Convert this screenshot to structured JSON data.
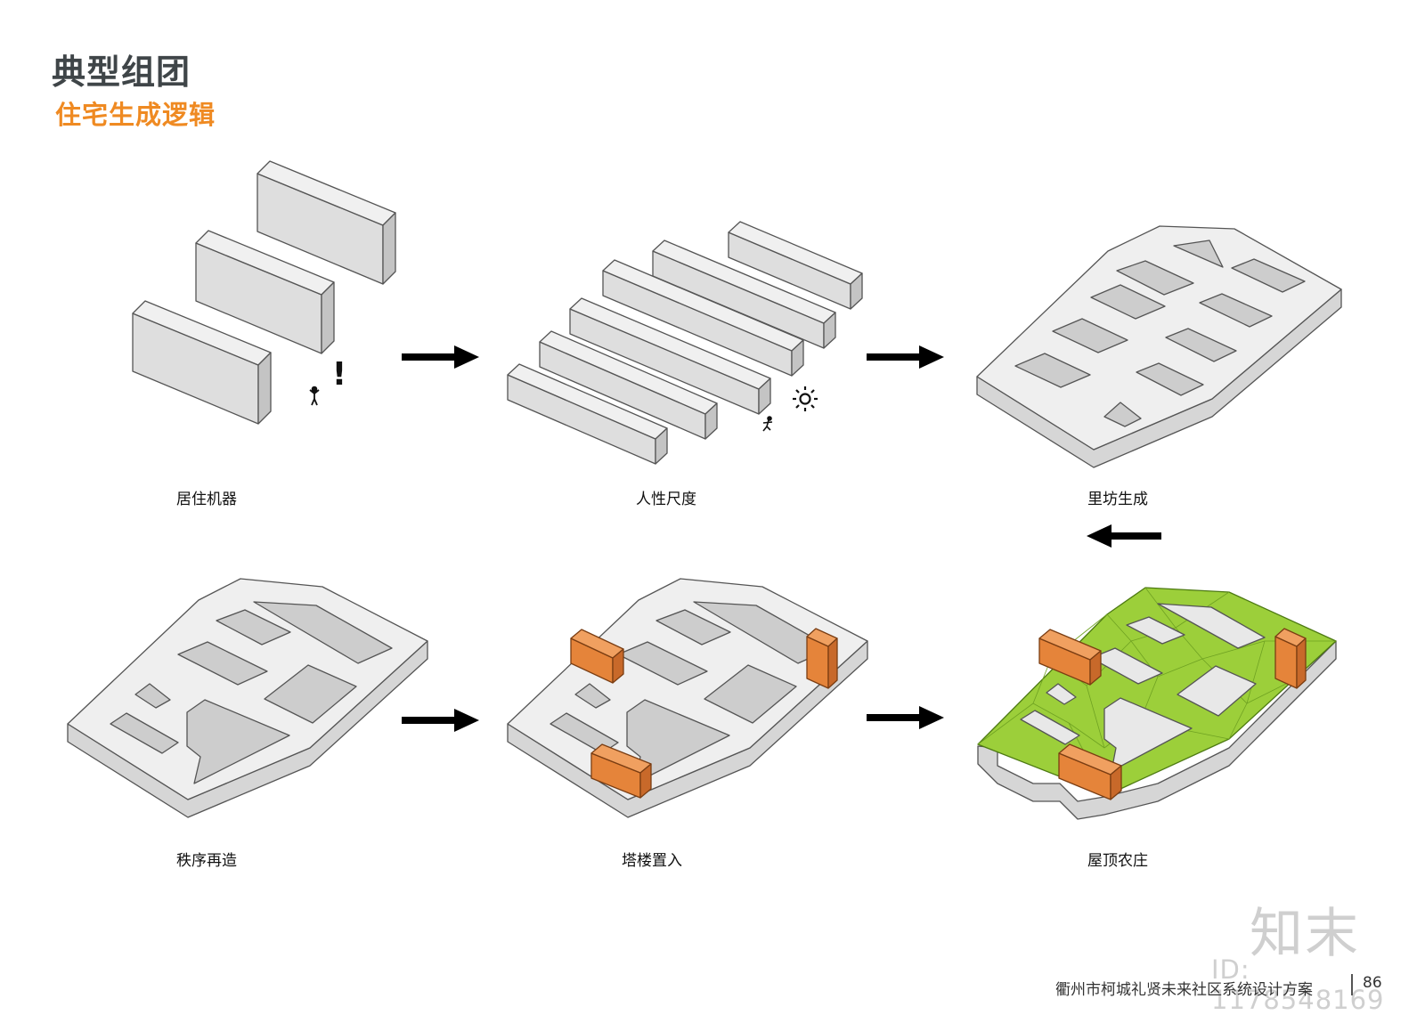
{
  "header": {
    "title": "典型组团",
    "subtitle": "住宅生成逻辑"
  },
  "steps": [
    {
      "label": "居住机器"
    },
    {
      "label": "人性尺度"
    },
    {
      "label": "里坊生成"
    },
    {
      "label": "秩序再造"
    },
    {
      "label": "塔楼置入"
    },
    {
      "label": "屋顶农庄"
    }
  ],
  "symbols": {
    "exclamation": "!"
  },
  "footer": {
    "project": "衢州市柯城礼贤未来社区系统设计方案",
    "page": "86"
  },
  "watermark": {
    "logo": "知末",
    "id": "ID: 1178548169"
  },
  "colors": {
    "title": "#3f4548",
    "subtitle": "#ef8a22",
    "block_top": "#ececec",
    "block_left": "#cfcfcf",
    "block_right": "#e2e2e2",
    "tower": "#e5843a",
    "roof_farm": "#9ccf3a",
    "arrow": "#000000"
  }
}
